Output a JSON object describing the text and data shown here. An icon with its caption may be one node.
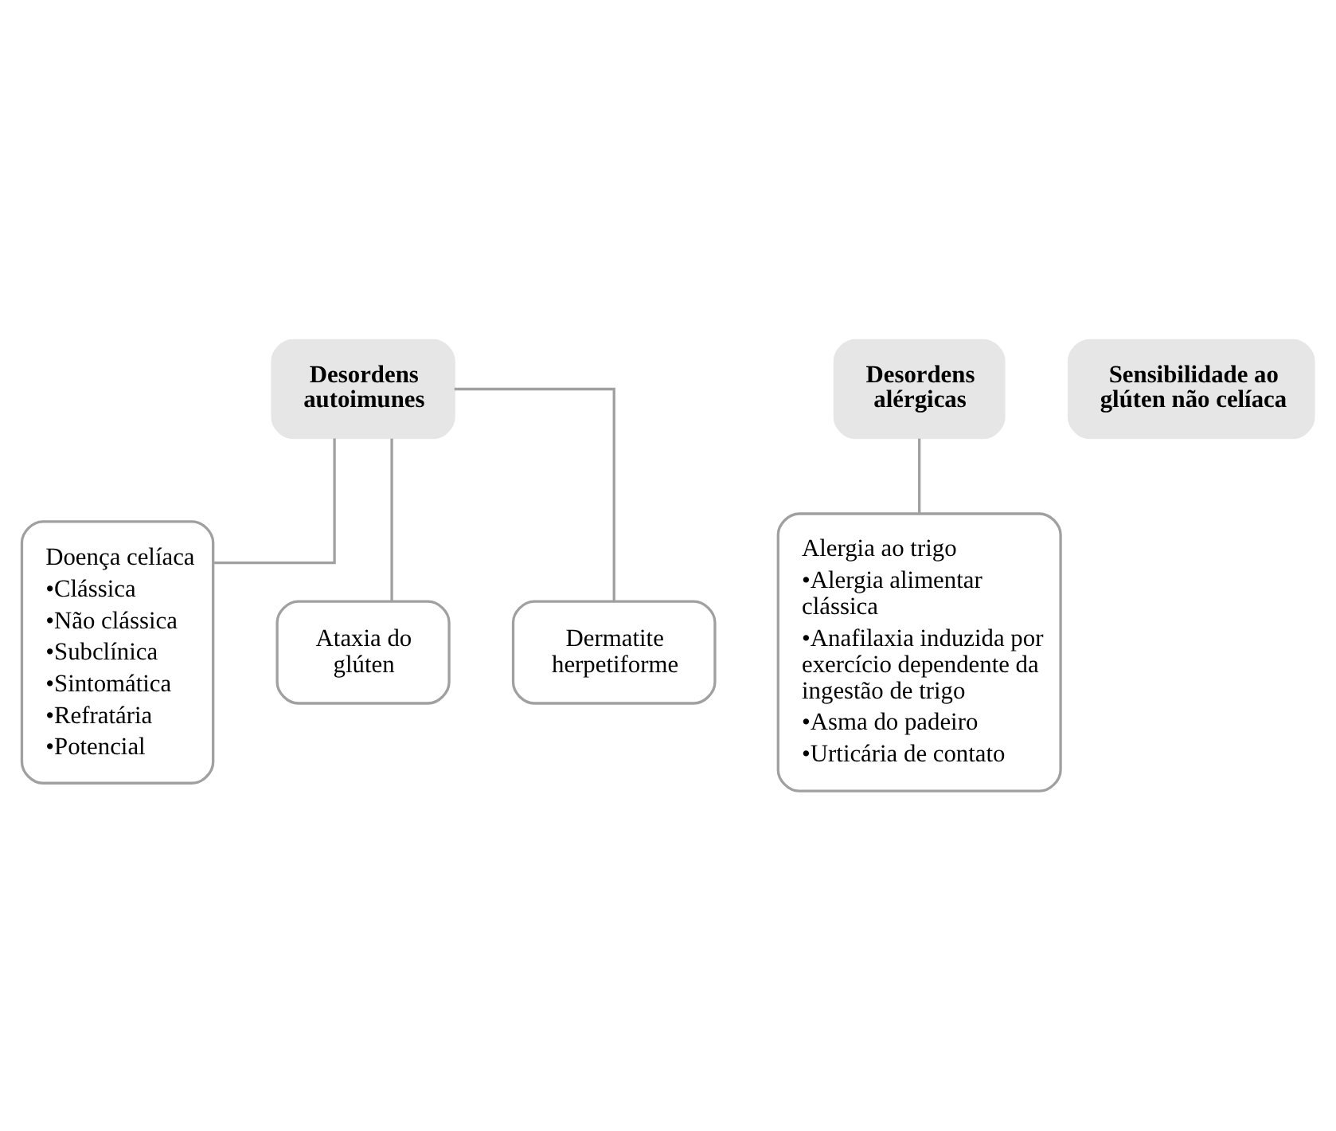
{
  "diagram": {
    "nodes": [
      {
        "text": [
          "Desordens autoimunes"
        ]
      },
      {
        "text": [
          "Desordens alérgicas"
        ]
      },
      {
        "text": [
          "Sensibilidade ao glúten não celíaca"
        ]
      },
      {
        "text": [
          "Doença celíaca",
          "•Clássica",
          "•Não clássica",
          "•Subclínica",
          "•Sintomática",
          "•Refratária",
          "•Potencial"
        ]
      },
      {
        "text": [
          "Ataxia do glúten"
        ]
      },
      {
        "text": [
          "Dermatite herpetiforme"
        ]
      },
      {
        "text": [
          "Alergia ao trigo",
          "•Alergia alimentar clássica",
          "•Anafilaxia induzida por exercício dependente da ingestão de trigo",
          "•Asma do padeiro",
          "•Urticária de contato"
        ]
      }
    ],
    "edges": [
      {
        "from": 0,
        "to": 3,
        "arrow": "none"
      },
      {
        "from": 0,
        "to": 4,
        "arrow": "none"
      },
      {
        "from": 0,
        "to": 5,
        "arrow": "none"
      },
      {
        "from": 1,
        "to": 6,
        "arrow": "none"
      }
    ]
  }
}
